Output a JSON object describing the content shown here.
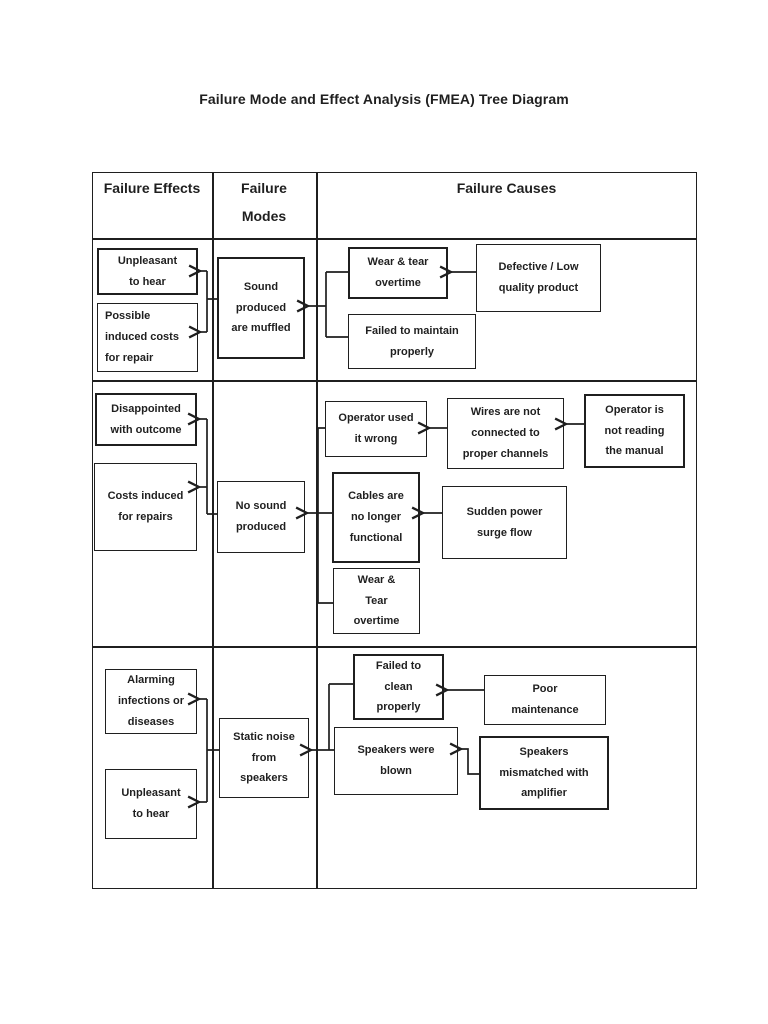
{
  "title": "Failure Mode and Effect Analysis (FMEA) Tree Diagram",
  "table": {
    "col_effects": "Failure Effects",
    "col_modes": "Failure\nModes",
    "col_causes": "Failure Causes"
  },
  "row1": {
    "effect_unpleasant": "Unpleasant\nto hear",
    "effect_costs": "Possible\ninduced costs\nfor repair",
    "mode": "Sound\nproduced\nare muffled",
    "cause_wear": "Wear & tear\novertime",
    "cause_maintain": "Failed to maintain\nproperly",
    "cause_defective": "Defective / Low\nquality product"
  },
  "row2": {
    "effect_disappointed": "Disappointed\nwith outcome",
    "effect_costs": "Costs induced\nfor repairs",
    "mode": "No sound\nproduced",
    "cause_operator_wrong": "Operator used\nit wrong",
    "cause_wires": "Wires are not\nconnected to\nproper channels",
    "cause_manual": "Operator is\nnot reading\nthe manual",
    "cause_cables": "Cables are\nno longer\nfunctional",
    "cause_surge": "Sudden power\nsurge flow",
    "cause_wear": "Wear &\nTear\novertime"
  },
  "row3": {
    "effect_infections": "Alarming\ninfections or\ndiseases",
    "effect_unpleasant": "Unpleasant\nto hear",
    "mode": "Static noise\nfrom\nspeakers",
    "cause_clean": "Failed to\nclean\nproperly",
    "cause_poor": "Poor\nmaintenance",
    "cause_blown": "Speakers were\nblown",
    "cause_mismatch": "Speakers\nmismatched with\namplifier"
  },
  "edges": [
    "Defective / Low quality product -> Wear & tear overtime",
    "Wear & tear overtime + Failed to maintain properly -> Sound produced are muffled",
    "Sound produced are muffled -> Unpleasant to hear",
    "Sound produced are muffled -> Possible induced costs for repair",
    "Operator is not reading the manual -> Wires are not connected to proper channels",
    "Wires are not connected to proper channels -> Operator used it wrong",
    "Sudden power surge flow -> Cables are no longer functional",
    "Operator used it wrong + Cables are no longer functional + Wear & Tear overtime -> No sound produced",
    "No sound produced -> Disappointed with outcome",
    "No sound produced -> Costs induced for repairs",
    "Poor maintenance -> Failed to clean properly",
    "Speakers mismatched with amplifier -> Speakers were blown",
    "Failed to clean properly + Speakers were blown -> Static noise from speakers",
    "Static noise from speakers -> Alarming infections or diseases",
    "Static noise from speakers -> Unpleasant to hear"
  ],
  "colors": {
    "ink": "#1f1f1f",
    "background": "#ffffff"
  }
}
